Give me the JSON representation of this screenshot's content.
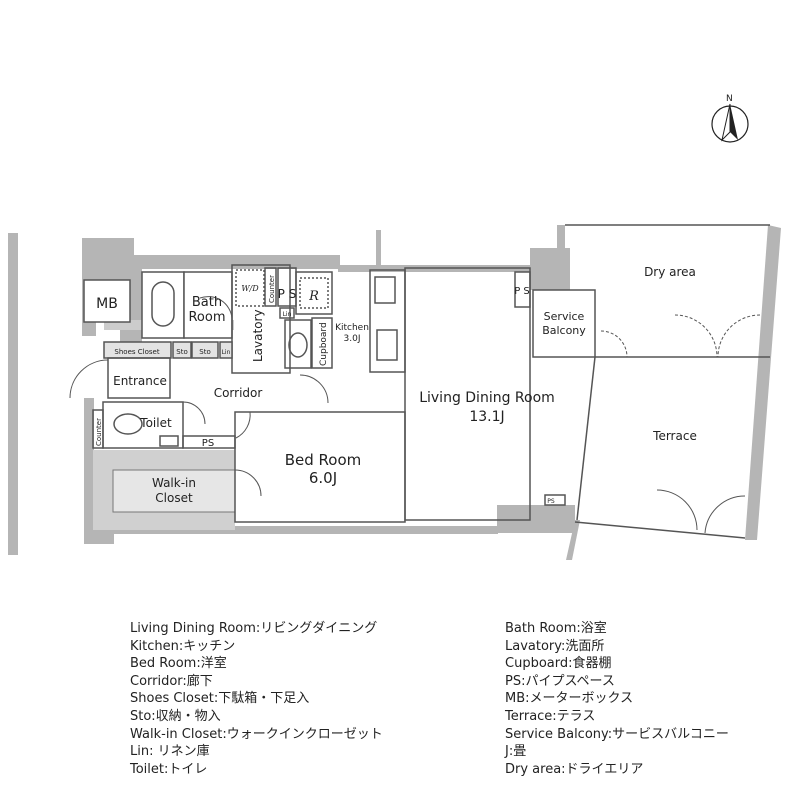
{
  "colors": {
    "wall": "#b5b5b5",
    "line": "#555555",
    "closet": "#e3e3e3",
    "text": "#222222"
  },
  "compass": {
    "label": "N",
    "icon": "north-arrow-icon"
  },
  "rooms": {
    "mb": "MB",
    "bath": [
      "Bath",
      "Room"
    ],
    "wd": "W/D",
    "counter": "Counter",
    "ps": "P S",
    "fridge": "R",
    "lin": "Lin",
    "lavatory": "Lavatory",
    "cupboard": "Cupboard",
    "kitchen": {
      "name": "Kitchen",
      "size": "3.0J"
    },
    "shoes_closet": "Shoes Closet",
    "sto": "Sto",
    "entrance": "Entrance",
    "corridor": "Corridor",
    "toilet": "Toilet",
    "ps_small": "PS",
    "walk_in_closet": [
      "Walk-in",
      "Closet"
    ],
    "bed_room": {
      "name": "Bed Room",
      "size": "6.0J"
    },
    "living": {
      "name": "Living Dining Room",
      "size": "13.1J"
    },
    "service_balcony": [
      "Service",
      "Balcony"
    ],
    "dry_area": "Dry area",
    "terrace": "Terrace"
  },
  "legend": {
    "left": [
      "Living Dining Room:リビングダイニング",
      "Kitchen:キッチン",
      "Bed Room:洋室",
      "Corridor:廊下",
      "Shoes Closet:下駄箱・下足入",
      "Sto:収納・物入",
      "Walk-in Closet:ウォークインクローゼット",
      "Lin: リネン庫",
      "Toilet:トイレ"
    ],
    "right": [
      "Bath Room:浴室",
      "Lavatory:洗面所",
      "Cupboard:食器棚",
      "PS:パイプスペース",
      "MB:メーターボックス",
      "Terrace:テラス",
      "Service Balcony:サービスバルコニー",
      "J:畳",
      "Dry area:ドライエリア"
    ]
  }
}
